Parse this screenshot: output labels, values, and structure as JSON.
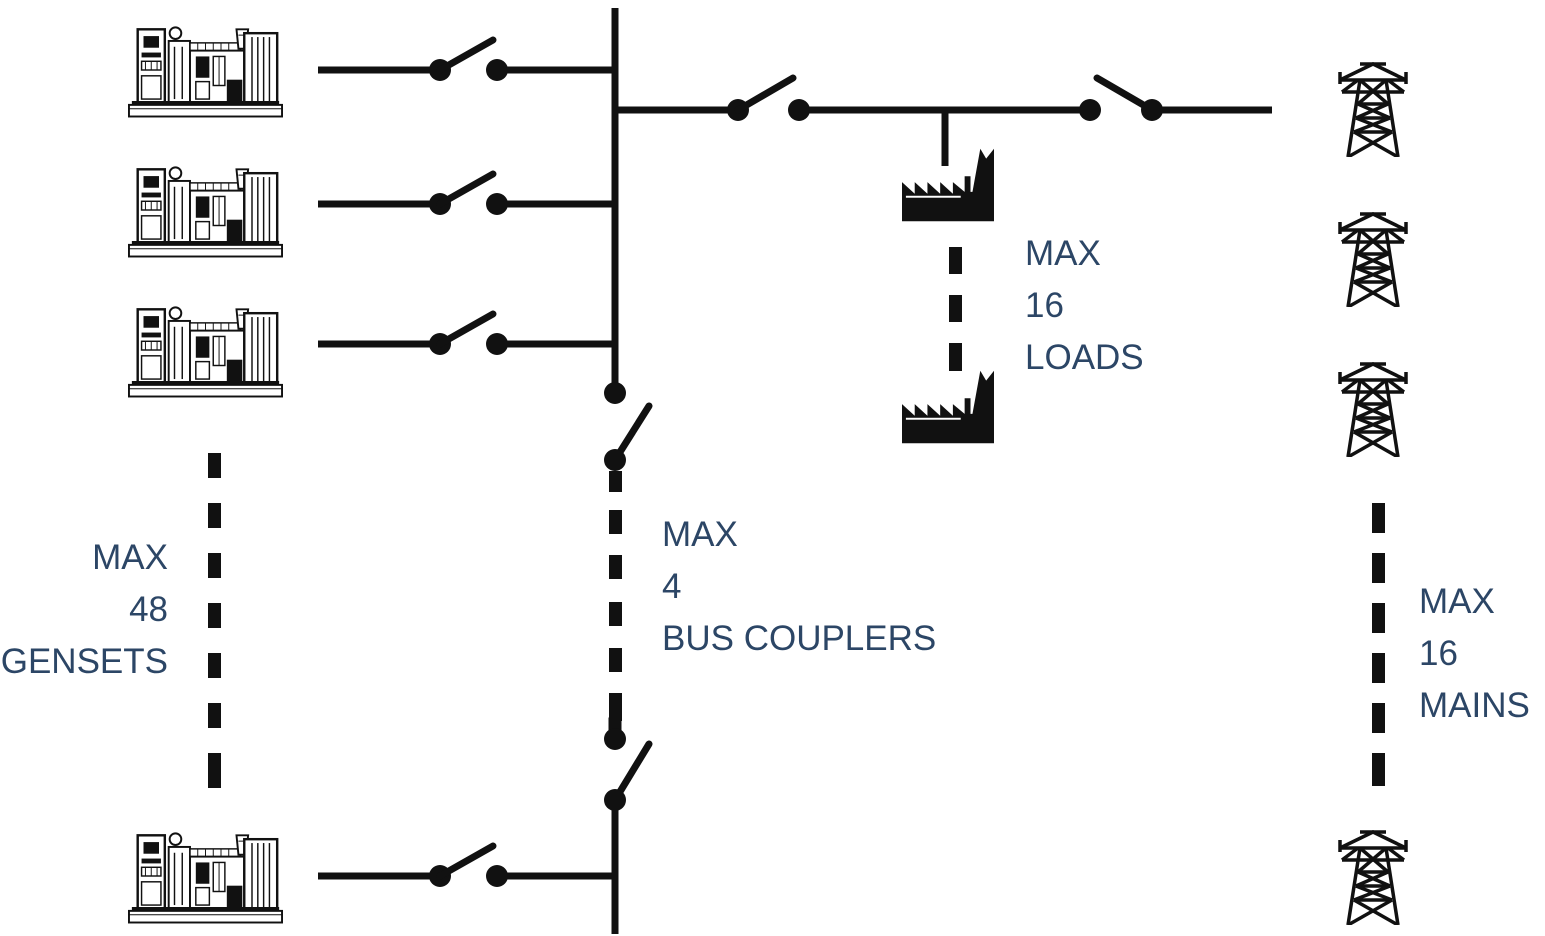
{
  "labels": {
    "gensets": {
      "line1": "MAX",
      "line2": "48",
      "line3": "GENSETS"
    },
    "bus_couplers": {
      "line1": "MAX",
      "line2": "4",
      "line3": "BUS COUPLERS"
    },
    "loads": {
      "line1": "MAX",
      "line2": "16",
      "line3": "LOADS"
    },
    "mains": {
      "line1": "MAX",
      "line2": "16",
      "line3": "MAINS"
    }
  },
  "colors": {
    "line": "#111111",
    "label_text": "#2c4666",
    "background": "#ffffff"
  },
  "icons": {
    "genset": "generator-icon",
    "load": "factory-icon",
    "mains": "transmission-tower-icon"
  }
}
